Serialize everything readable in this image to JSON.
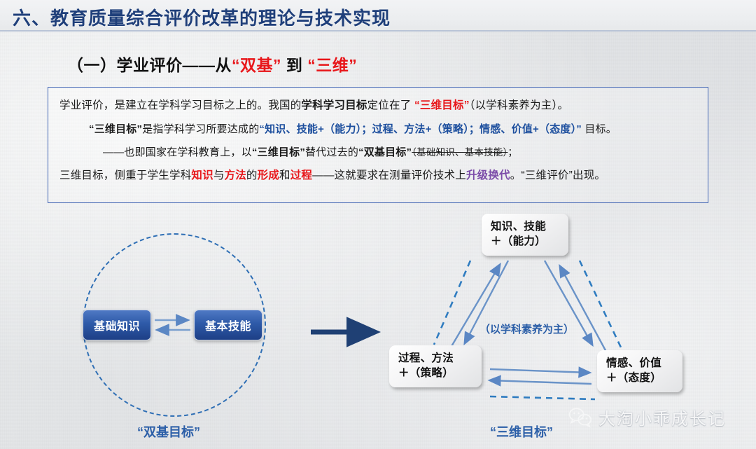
{
  "header": {
    "title": "六、教育质量综合评价改革的理论与技术实现"
  },
  "subtitle": {
    "prefix": "（一）学业评价——从",
    "quote1": "“双基”",
    "middle": "到",
    "quote2": "“三维”"
  },
  "content_box": {
    "line1": {
      "seg1": "学业评价，是建立在学科学习目标之上的。我国的",
      "seg2_bold": "学科学习目标",
      "seg3": "定位在了",
      "seg4_red_bold": "“三维目标”",
      "seg5": "（以学科素养为主）。"
    },
    "line2": {
      "seg1_bold": "“三维目标”",
      "seg2": "是指学科学习所要达成的",
      "seg3_blue_bold": "“知识、技能+（能力）；过程、方法+（策略）；情感、价值+（态度）”",
      "seg4": "目标。"
    },
    "line3": {
      "seg1": "——也即国家在学科教育上，以",
      "seg2_bold": "“三维目标”",
      "seg3": "替代过去的",
      "seg4_bold": "“双基目标”",
      "seg5_strike": "（基础知识、基本技能）",
      "seg6": "；"
    },
    "line4": {
      "seg1": "三维目标，侧重于学生学科",
      "seg2_red": "知识",
      "seg3": "与",
      "seg4_red": "方法",
      "seg5": "的",
      "seg6_red": "形成",
      "seg7": "和",
      "seg8_red": "过程",
      "seg9": "——这就要求在测量评价技术上",
      "seg10_purple": "升级换代",
      "seg11": "。“三维评价”出现。"
    }
  },
  "left_diagram": {
    "box_knowledge": "基础知识",
    "box_skill": "基本技能",
    "caption": "“双基目标”"
  },
  "right_diagram": {
    "node_knowledge_line1": "知识、技能",
    "node_knowledge_line2": "＋（能力）",
    "node_process_line1": "过程、方法",
    "node_process_line2": "＋（策略）",
    "node_emotion_line1": "情感、价值",
    "node_emotion_line2": "＋（态度）",
    "center_label": "（以学科素养为主）",
    "caption": "“三维目标”"
  },
  "watermark": {
    "text": "大淘小乖成长记"
  },
  "colors": {
    "title_blue": "#1f3f7a",
    "accent_red": "#e8161a",
    "accent_blue": "#1d4f9e",
    "accent_purple": "#7b4ba8",
    "box_blue": "#2e5aa8",
    "dashed_blue": "#2f6fb5"
  }
}
